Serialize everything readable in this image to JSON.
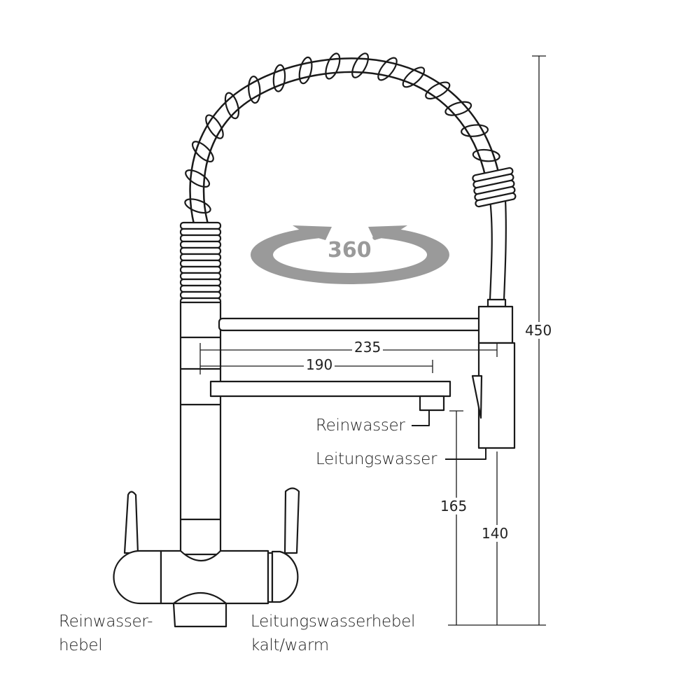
{
  "rotation": {
    "label": "360",
    "unit": "°",
    "color": "#9a9a9a"
  },
  "dimensions": {
    "reach_spray": "235",
    "reach_spout": "190",
    "height_total": "450",
    "height_spout": "165",
    "height_spray": "140"
  },
  "callouts": {
    "pure_water": "Reinwasser",
    "tap_water": "Leitungswasser"
  },
  "levers": {
    "left_line1": "Reinwasser-",
    "left_line2": "hebel",
    "right_line1": "Leitungswasserhebel",
    "right_line2": "kalt/warm"
  },
  "line_color": "#1a1a1a"
}
